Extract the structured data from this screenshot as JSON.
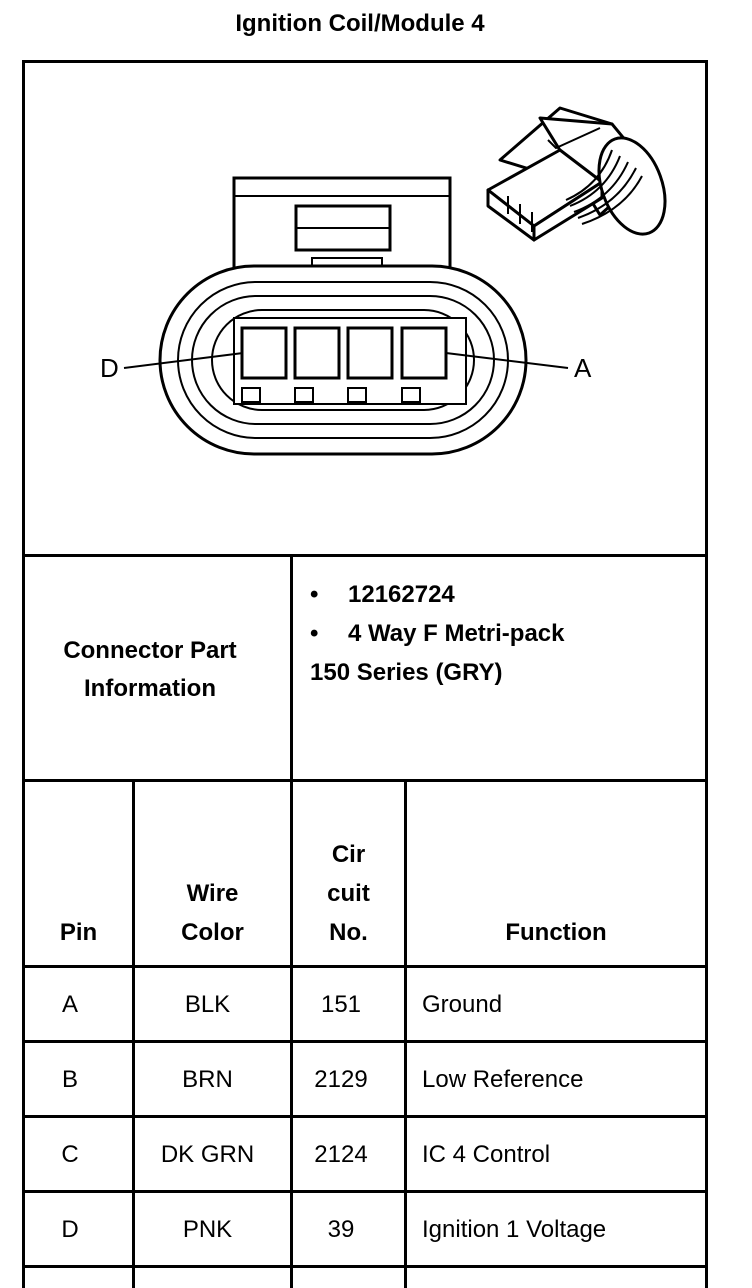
{
  "title": "Ignition Coil/Module 4",
  "diagram": {
    "label_left": "D",
    "label_right": "A"
  },
  "connector_info": {
    "label_line1": "Connector Part",
    "label_line2": "Information",
    "items": [
      "12162724",
      "4 Way F Metri-pack"
    ],
    "continuation": "150 Series (GRY)",
    "bullet": "•"
  },
  "table": {
    "headers": {
      "pin": "Pin",
      "wire_color_1": "Wire",
      "wire_color_2": "Color",
      "circuit_1": "Cir",
      "circuit_2": "cuit",
      "circuit_3": "No.",
      "function": "Function"
    },
    "rows": [
      {
        "pin": "A",
        "color": "BLK",
        "circuit": "151",
        "function": "Ground"
      },
      {
        "pin": "B",
        "color": "BRN",
        "circuit": "2129",
        "function": "Low Reference"
      },
      {
        "pin": "C",
        "color": "DK GRN",
        "circuit": "2124",
        "function": "IC 4 Control"
      },
      {
        "pin": "D",
        "color": "PNK",
        "circuit": "39",
        "function": "Ignition 1 Voltage"
      }
    ]
  }
}
